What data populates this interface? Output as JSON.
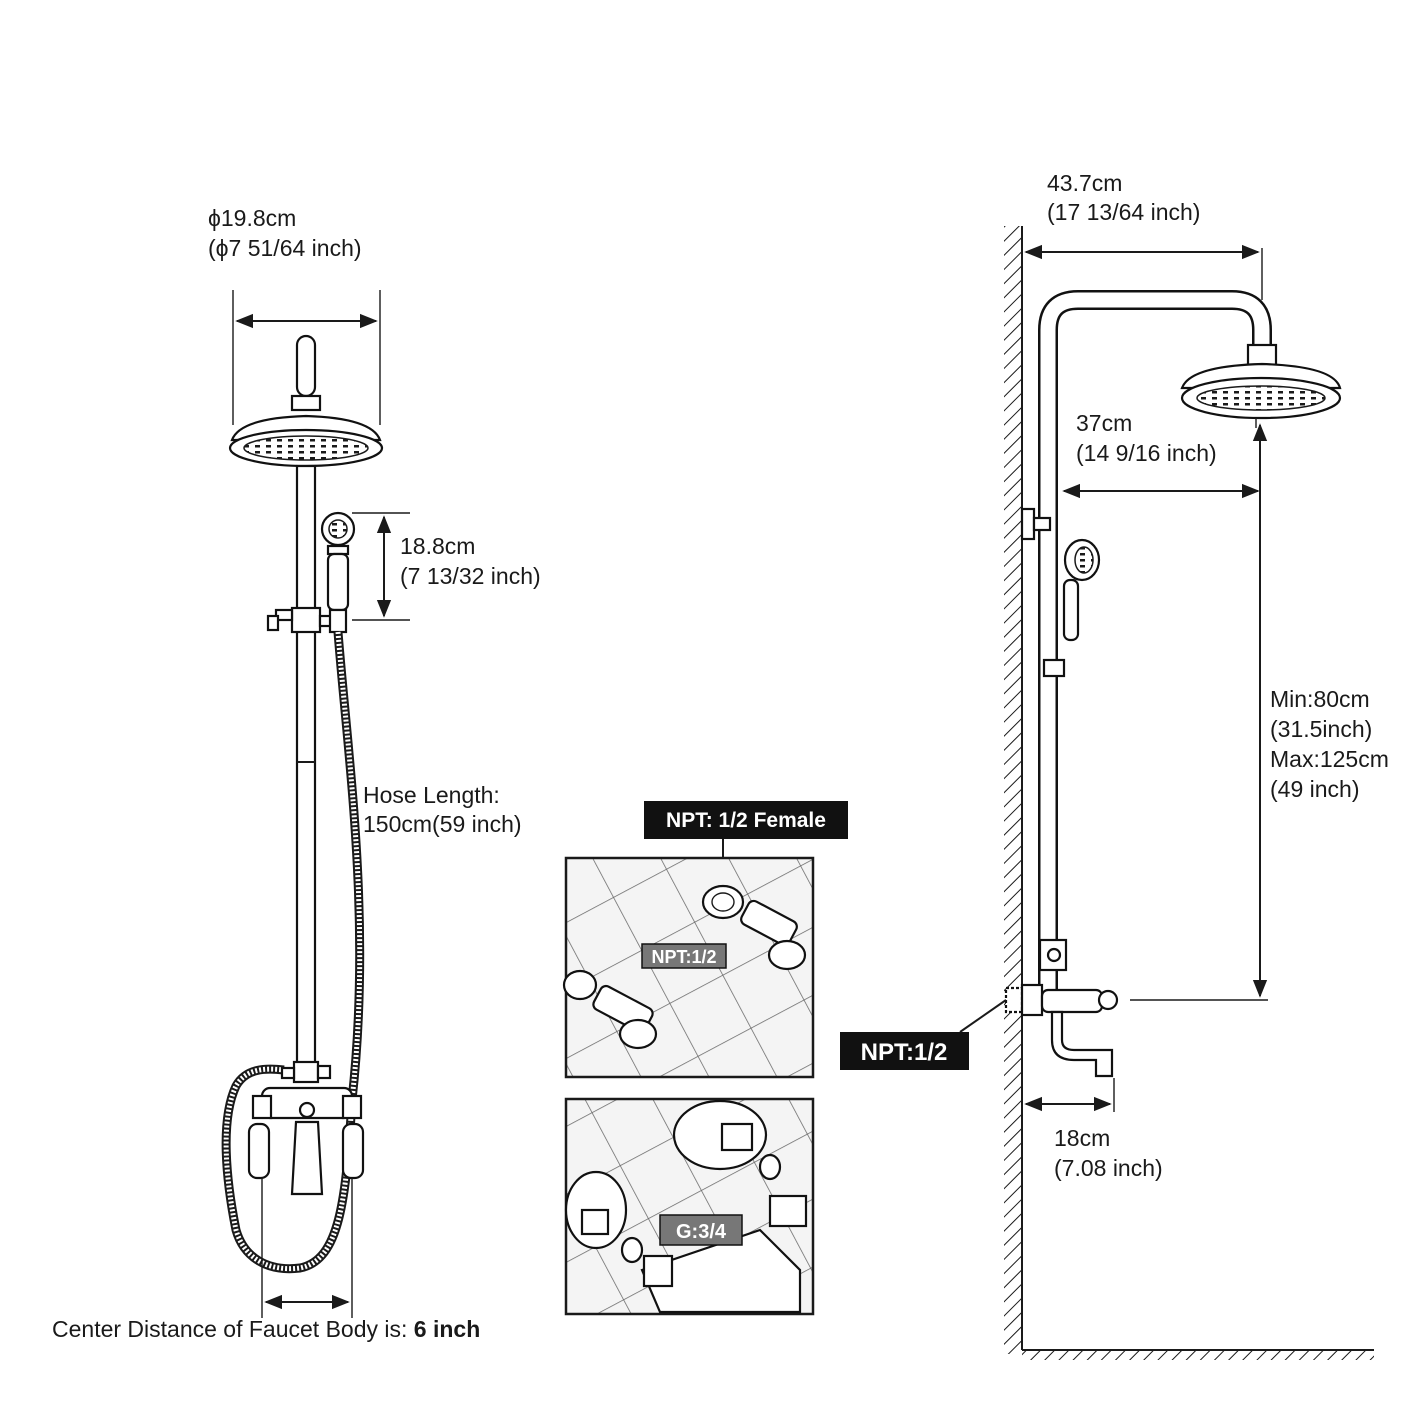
{
  "front_view": {
    "head_diameter_cm": "ϕ19.8cm",
    "head_diameter_in": "(ϕ7 51/64 inch)",
    "handheld_length_cm": "18.8cm",
    "handheld_length_in": "(7 13/32 inch)",
    "hose_label": "Hose Length:",
    "hose_value": "150cm(59 inch)",
    "center_distance_text": "Center Distance of Faucet Body is: ",
    "center_distance_value": "6 inch"
  },
  "connections": {
    "top_tag": "NPT: 1/2 Female",
    "top_inset_tag": "NPT:1/2",
    "bottom_inset_tag": "G:3/4"
  },
  "side_view": {
    "arm_length_cm": "43.7cm",
    "arm_length_in": "(17 13/64 inch)",
    "head_offset_cm": "37cm",
    "head_offset_in": "(14 9/16 inch)",
    "height_min": "Min:80cm",
    "height_min_in": "(31.5inch)",
    "height_max": "Max:125cm",
    "height_max_in": "(49 inch)",
    "inlet_tag": "NPT:1/2",
    "spout_cm": "18cm",
    "spout_in": "(7.08 inch)"
  },
  "colors": {
    "line": "#1a1a1a",
    "tag_bg": "#111111",
    "inset_tag_bg": "#777777"
  }
}
